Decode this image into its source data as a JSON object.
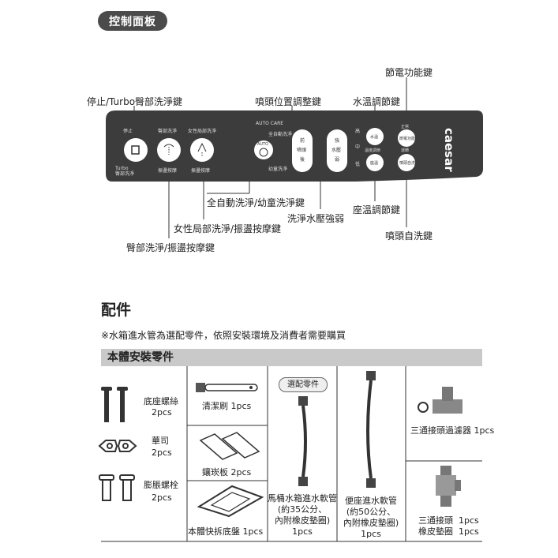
{
  "control_panel": {
    "heading": "控制面板",
    "callouts": {
      "stop_turbo": "停止/Turbo臀部洗淨鍵",
      "nozzle_position": "噴頭位置調整鍵",
      "water_temp": "水溫調節鍵",
      "power_save": "節電功能鍵",
      "auto_wash": "全自動洗淨/幼童洗淨鍵",
      "pressure": "洗淨水壓強弱",
      "seat_temp": "座溫調節鍵",
      "female_wash": "女性局部洗淨/振盪按摩鍵",
      "nozzle_clean": "噴頭自洗鍵",
      "rear_wash": "臀部洗淨/振盪按摩鍵"
    },
    "panel_labels": {
      "stop": "停止",
      "rear": "臀部洗淨",
      "female": "女性局部洗淨",
      "turbo": "Turbo",
      "turbo_sub": "臀部洗淨",
      "vib1": "振盪按摩",
      "vib2": "振盪按摩",
      "auto_care": "AUTO CARE",
      "full_auto": "全自動洗淨",
      "child": "幼童洗淨",
      "auto_btn": "AUTO",
      "front": "前",
      "rear_pos": "後",
      "nozzle": "噴頭",
      "strong": "強",
      "water_pressure": "水壓",
      "weak": "弱",
      "high": "高",
      "mid": "中",
      "low": "低",
      "water_temp": "水溫",
      "seat_temp": "座溫",
      "temp_adjust": "溫度調節",
      "power_save": "節電功能",
      "dec": "正常",
      "nozzle_self_clean": "噴頭自洗",
      "standby": "運轉",
      "brand": "caesar"
    }
  },
  "accessories": {
    "title": "配件",
    "note": "※水箱進水管為選配零件，依照安裝環境及消費者需要購買",
    "section_bar": "本體安裝零件",
    "optional_tag": "選配零件",
    "items": {
      "base_screw": "底座螺絲",
      "base_screw_qty": "2pcs",
      "washer": "華司",
      "washer_qty": "2pcs",
      "anchor": "膨脹螺栓",
      "anchor_qty": "2pcs",
      "brush": "清潔刷 1pcs",
      "pry_plate": "鑲崁板 2pcs",
      "base_plate": "本體快拆底盤 1pcs",
      "tank_hose_1": "馬桶水箱進水軟管",
      "tank_hose_2": "(約35公分、",
      "tank_hose_3": "內附橡皮墊圈)",
      "tank_hose_qty": "1pcs",
      "seat_hose_1": "便座進水軟管",
      "seat_hose_2": "(約50公分、",
      "seat_hose_3": "內附橡皮墊圈)",
      "seat_hose_qty": "1pcs",
      "tee_filter": "三通接頭過濾器 1pcs",
      "tee_joint": "三通接頭",
      "tee_joint_qty": "1pcs",
      "rubber_ring": "橡皮墊圈",
      "rubber_ring_qty": "1pcs"
    }
  },
  "colors": {
    "panel": "#3c3c3c",
    "pill": "#4b4b4b",
    "bar": "#c9c9c9"
  }
}
